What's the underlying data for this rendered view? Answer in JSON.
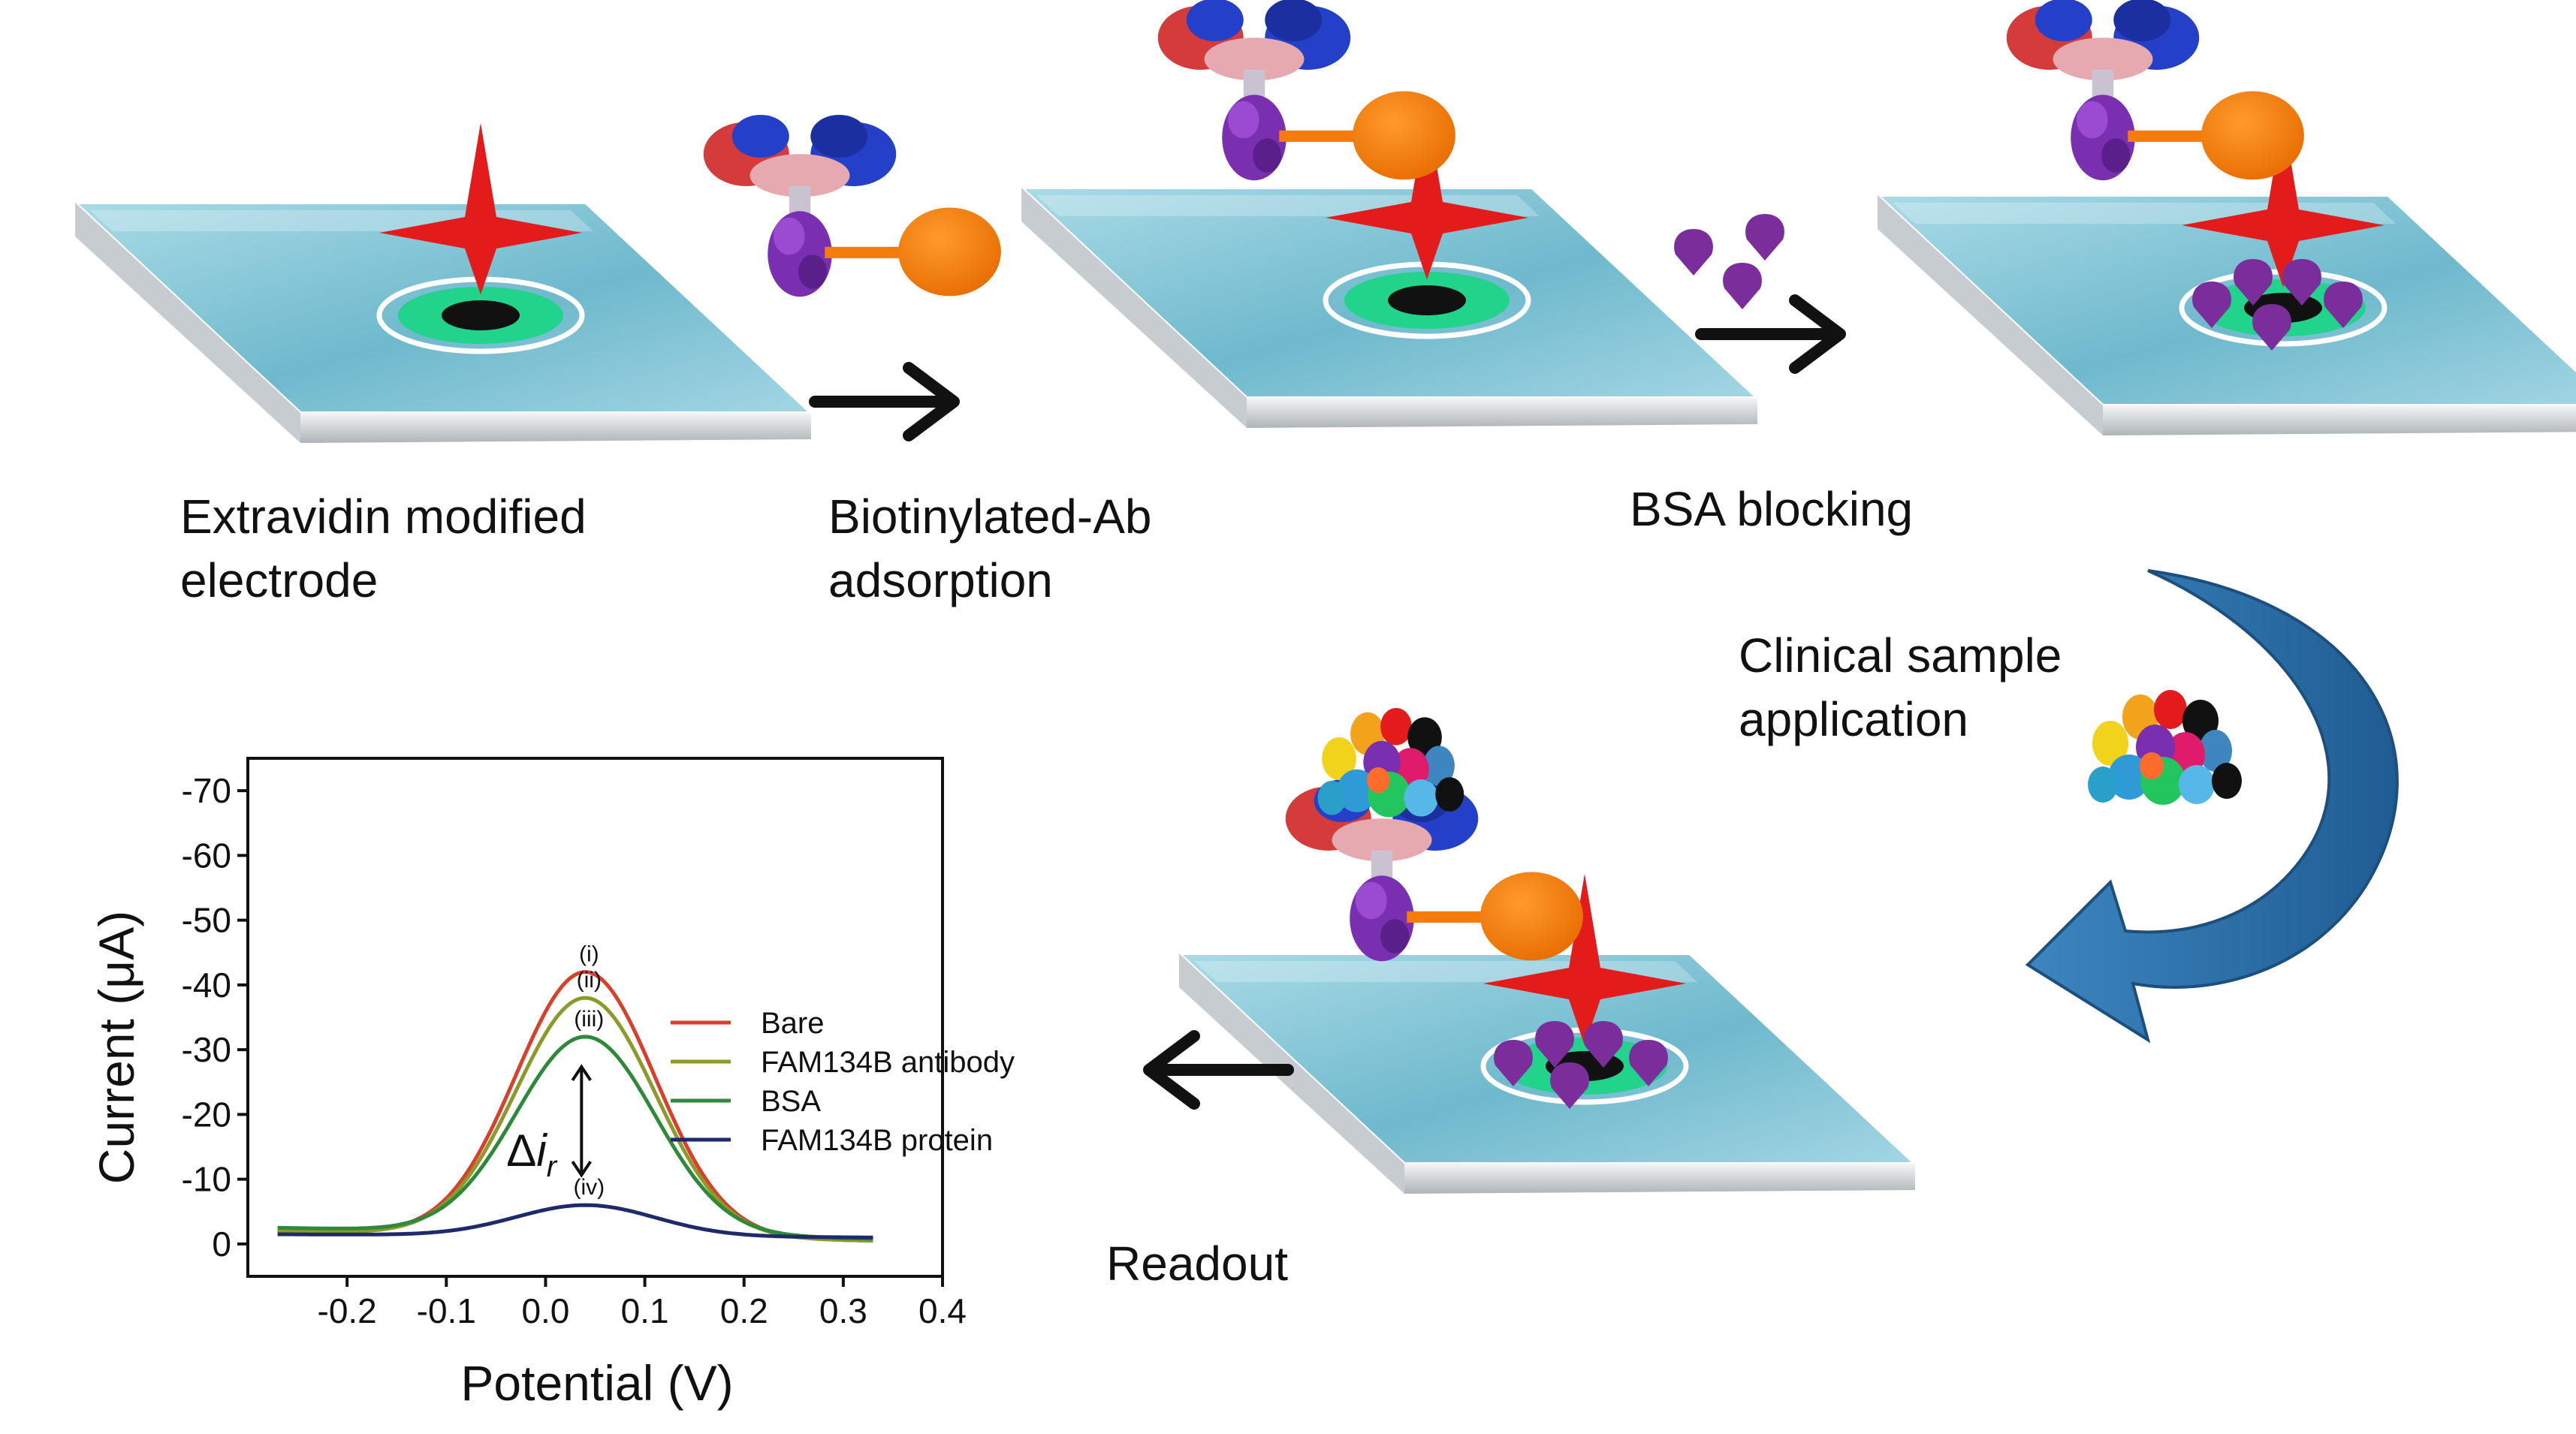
{
  "steps": [
    {
      "id": "electrode",
      "line1": "Extravidin  modified",
      "line2": "electrode"
    },
    {
      "id": "antibody",
      "line1": "Biotinylated-Ab",
      "line2": "adsorption"
    },
    {
      "id": "bsa",
      "line1": "BSA blocking",
      "line2": ""
    },
    {
      "id": "sample",
      "line1": "Clinical sample",
      "line2": "application"
    },
    {
      "id": "readout",
      "line1": "Readout",
      "line2": ""
    }
  ],
  "colors": {
    "electrode_top": "#7cc4d6",
    "electrode_edge": "#d9dde0",
    "ring_green": "#20d38a",
    "extravidin_star": "#e31b1b",
    "biotin_orange": "#f57c0b",
    "antibody_purple": "#7a2fb0",
    "bsa_purple": "#7b2d9b",
    "curved_arrow": "#2c6fa8"
  },
  "chart_data": {
    "type": "line",
    "xlabel": "Potential (V)",
    "ylabel": "Current (μA)",
    "xlim": [
      -0.3,
      0.4
    ],
    "ylim": [
      5,
      -75
    ],
    "xticks": [
      -0.2,
      -0.1,
      0.0,
      0.1,
      0.2,
      0.3,
      0.4
    ],
    "xtick_labels": [
      "-0.2",
      "-0.1",
      "0.0",
      "0.1",
      "0.2",
      "0.3",
      "0.4"
    ],
    "yticks": [
      0,
      -10,
      -20,
      -30,
      -40,
      -50,
      -60,
      -70
    ],
    "ytick_labels": [
      "0",
      "-10",
      "-20",
      "-30",
      "-40",
      "-50",
      "-60",
      "-70"
    ],
    "legend_position": "center-right",
    "peak_x": 0.04,
    "x_range": [
      -0.27,
      0.33
    ],
    "series": [
      {
        "name": "Bare",
        "color": "#d9402b",
        "peak": -42,
        "label": "(i)",
        "baseline_left": -2,
        "baseline_right": -0.5
      },
      {
        "name": "FAM134B antibody",
        "color": "#8c9a2a",
        "peak": -38,
        "label": "(ii)",
        "baseline_left": -2,
        "baseline_right": -0.5
      },
      {
        "name": "BSA",
        "color": "#2e8a3a",
        "peak": -32,
        "label": "(iii)",
        "baseline_left": -2.5,
        "baseline_right": -0.8
      },
      {
        "name": "FAM134B protein",
        "color": "#1f2a6b",
        "peak": -6,
        "label": "(iv)",
        "baseline_left": -1.5,
        "baseline_right": -1.0
      }
    ],
    "annotation": {
      "symbol": "Δ",
      "italic": "i",
      "subscript": "r"
    }
  }
}
